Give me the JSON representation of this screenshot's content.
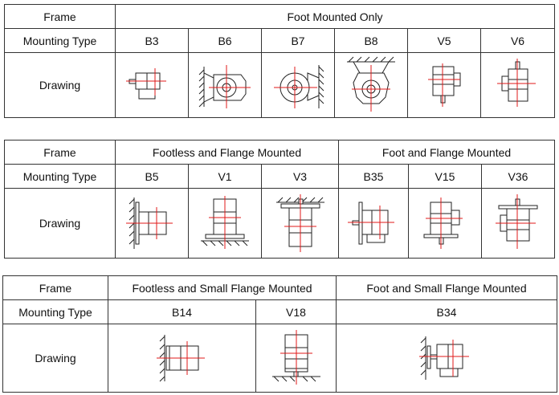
{
  "table1": {
    "frame_label": "Frame",
    "frame_value": "Foot Mounted Only",
    "mounting_label": "Mounting Type",
    "types": [
      "B3",
      "B6",
      "B7",
      "B8",
      "V5",
      "V6"
    ],
    "drawing_label": "Drawing"
  },
  "table2": {
    "frame_label": "Frame",
    "frame_values": [
      "Footless and Flange Mounted",
      "Foot and Flange Mounted"
    ],
    "mounting_label": "Mounting Type",
    "types": [
      "B5",
      "V1",
      "V3",
      "B35",
      "V15",
      "V36"
    ],
    "drawing_label": "Drawing"
  },
  "table3": {
    "frame_label": "Frame",
    "frame_values": [
      "Footless and Small Flange Mounted",
      "Foot and Small Flange Mounted"
    ],
    "mounting_label": "Mounting Type",
    "types": [
      "B14",
      "V18",
      "B34"
    ],
    "drawing_label": "Drawing"
  },
  "colors": {
    "centerline": "#e01818",
    "line": "#222222",
    "border": "#333333"
  }
}
